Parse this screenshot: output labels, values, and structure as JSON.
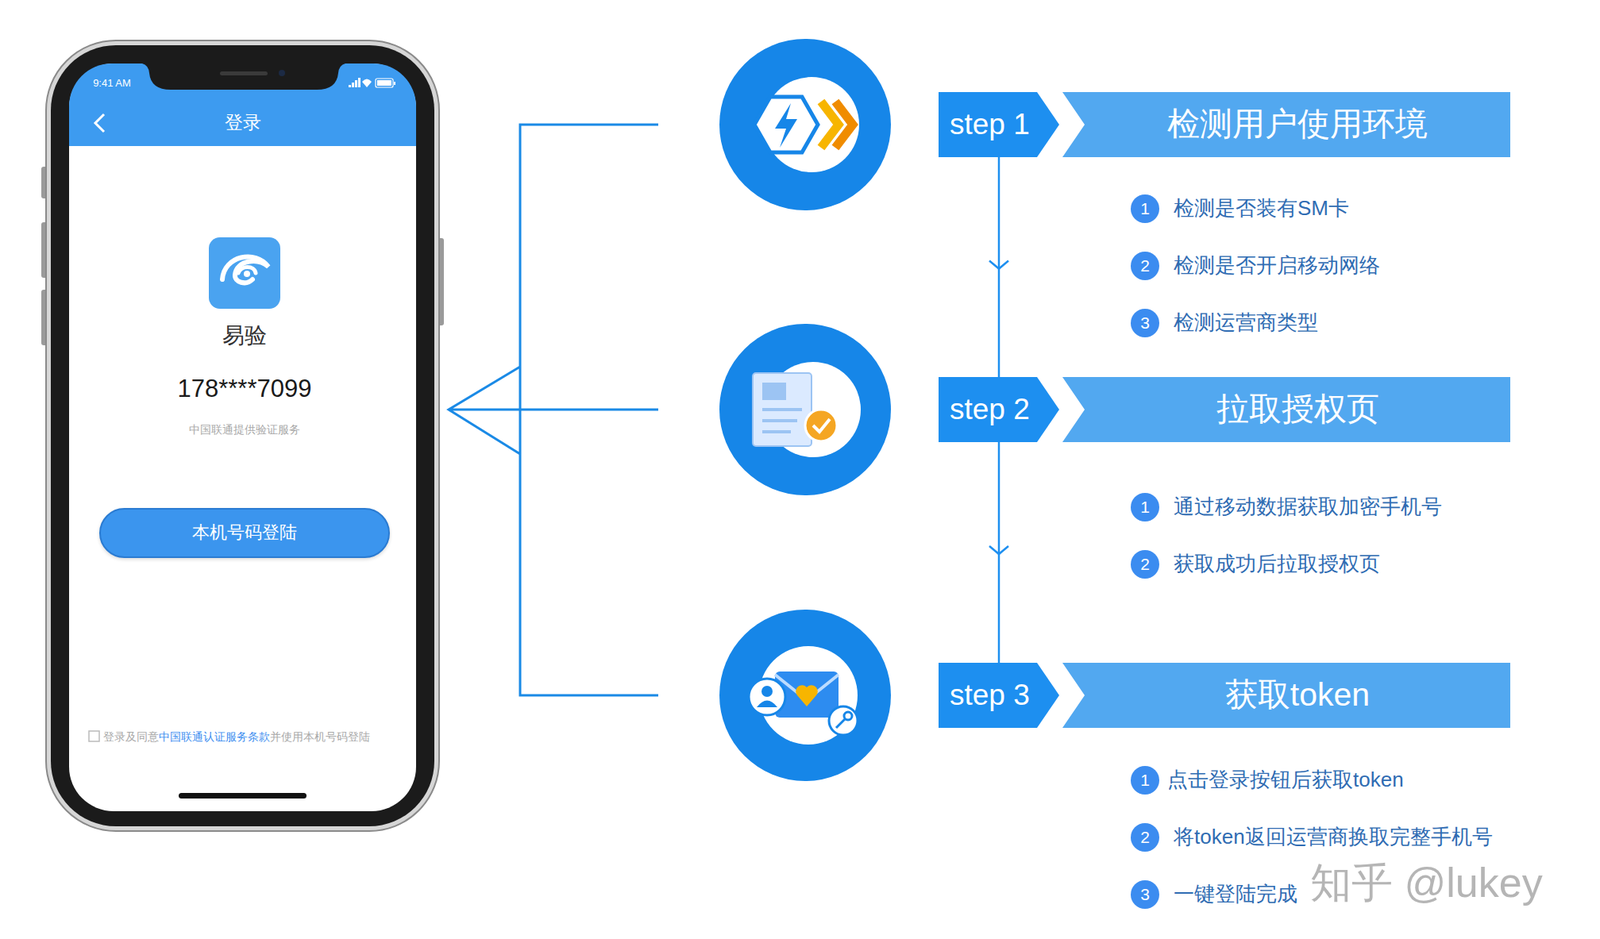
{
  "diagram": {
    "nodes": [
      {
        "text": [
          "登录"
        ]
      },
      {
        "text": [
          "本机号码登陆"
        ]
      },
      {
        "text": [
          "step 1"
        ]
      },
      {
        "text": [
          "检测用户使用环境"
        ]
      },
      {
        "text": [
          "1"
        ]
      },
      {
        "text": [
          "2"
        ]
      },
      {
        "text": [
          "3"
        ]
      },
      {
        "text": [
          "step 2"
        ]
      },
      {
        "text": [
          "拉取授权页"
        ]
      },
      {
        "text": [
          "1"
        ]
      },
      {
        "text": [
          "2"
        ]
      },
      {
        "text": [
          "step 3"
        ]
      },
      {
        "text": [
          "获取token"
        ]
      },
      {
        "text": [
          "1"
        ]
      },
      {
        "text": [
          "2"
        ]
      },
      {
        "text": [
          "3"
        ]
      }
    ],
    "edges": [
      {
        "from": 2,
        "to": 7,
        "arrow": "to"
      },
      {
        "from": 7,
        "to": 11,
        "arrow": "to"
      }
    ],
    "labels": [
      "9:41 AM",
      "易验",
      "178****7099",
      "中国联通提供验证服务",
      "登录及同意",
      "中国联通认证服务条款",
      "并使用本机号码登陆",
      "检测是否装有SM卡",
      "检测是否开启移动网络",
      "检测运营商类型",
      "通过移动数据获取加密手机号",
      "获取成功后拉取授权页",
      "点击登录按钮后获取token",
      "将token返回运营商换取完整手机号",
      "一键登陆完成",
      "知乎 @lukey"
    ]
  }
}
